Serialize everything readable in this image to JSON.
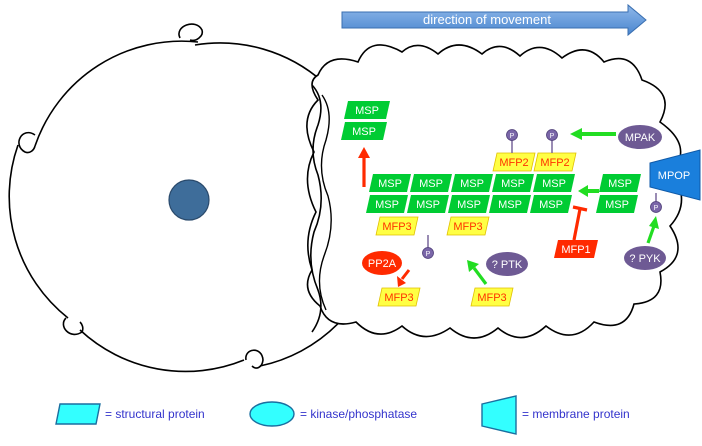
{
  "header": {
    "arrow_label": "direction of movement"
  },
  "colors": {
    "msp_fill": "#00cc33",
    "mfp_fill": "#ffff44",
    "mfp_text": "#ff3300",
    "red": "#ff2a00",
    "green": "#22dd22",
    "purple": "#6e5a94",
    "blue": "#1a7fdc",
    "nucleus": "#3e6d9a",
    "legend_cyan": "#33ffff"
  },
  "labels": {
    "msp": "MSP",
    "mfp2": "MFP2",
    "mfp3": "MFP3",
    "mfp1": "MFP1",
    "mpak": "MPAK",
    "mpop": "MPOP",
    "pp2a": "PP2A",
    "ptk": "? PTK",
    "pyk": "? PYK",
    "p": "P"
  },
  "legend": {
    "structural": "= structural protein",
    "kinase": "= kinase/phosphatase",
    "membrane": "= membrane protein"
  }
}
